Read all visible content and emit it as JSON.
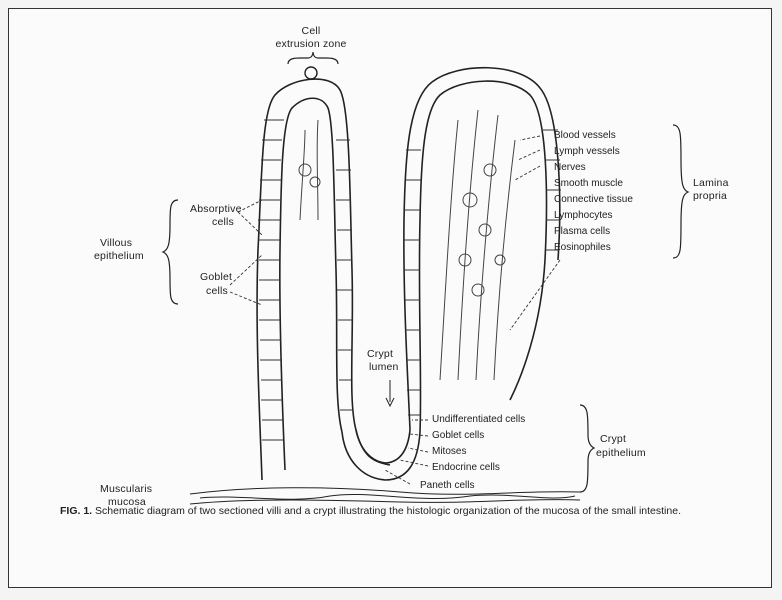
{
  "diagram": {
    "top_label_line1": "Cell",
    "top_label_line2": "extrusion zone",
    "villous_epithelium": [
      "Villous",
      "epithelium"
    ],
    "absorptive_cells": [
      "Absorptive",
      "cells"
    ],
    "goblet_cells_left": [
      "Goblet",
      "cells"
    ],
    "crypt_lumen": [
      "Crypt",
      "lumen"
    ],
    "lamina_propria": [
      "Lamina",
      "propria"
    ],
    "lamina_items": [
      "Blood vessels",
      "Lymph vessels",
      "Nerves",
      "Smooth muscle",
      "Connective tissue",
      "Lymphocytes",
      "Plasma cells",
      "Eosinophiles"
    ],
    "crypt_items": [
      "Undifferentiated cells",
      "Goblet cells",
      "Mitoses",
      "Endocrine cells",
      "Paneth cells"
    ],
    "crypt_epithelium": [
      "Crypt",
      "epithelium"
    ],
    "muscularis": [
      "Muscularis",
      "mucosa"
    ]
  },
  "caption": {
    "fig_label": "FIG. 1.",
    "text": "Schematic diagram of two sectioned villi and a crypt illustrating the histologic organization of the mucosa of the small intestine."
  }
}
